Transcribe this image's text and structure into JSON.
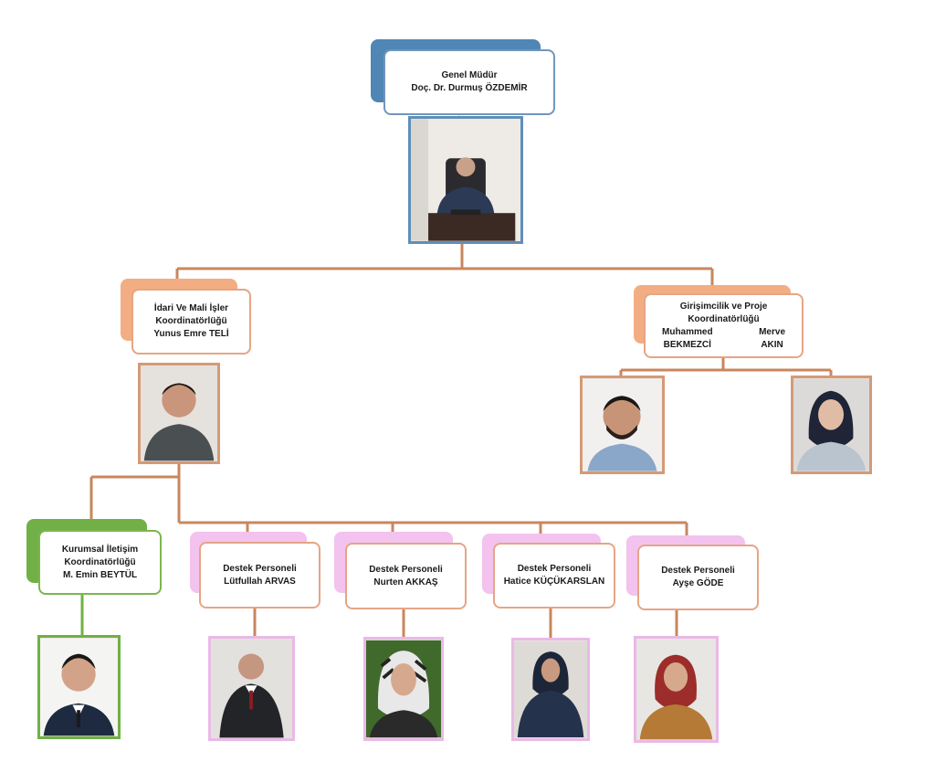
{
  "colors": {
    "connector": "#c8875e",
    "tab_blue": "#4f86b5",
    "tab_orange": "#f3ad83",
    "tab_green": "#71b046",
    "tab_pink": "#f3c2ee",
    "border_blue": "#6f97bd",
    "border_orange": "#e6a585",
    "border_green": "#7ab74f"
  },
  "director": {
    "title": "Genel Müdür",
    "name": "Doç. Dr. Durmuş ÖZDEMİR"
  },
  "admin_coordinator": {
    "line1": "İdari Ve Mali İşler",
    "line2": "Koordinatörlüğü",
    "name": "Yunus Emre TELİ"
  },
  "entrepreneurship_coordinator": {
    "line1": "Girişimcilik ve Proje",
    "line2": "Koordinatörlüğü",
    "person1_first": "Muhammed",
    "person1_last": "BEKMEZCİ",
    "person2_first": "Merve",
    "person2_last": "AKIN"
  },
  "corporate_comm": {
    "line1": "Kurumsal İletişim",
    "line2": "Koordinatörlüğü",
    "name": "M.  Emin BEYTÜL"
  },
  "support_staff": [
    {
      "role": "Destek Personeli",
      "name": "Lütfullah ARVAS"
    },
    {
      "role": "Destek Personeli",
      "name": "Nurten AKKAŞ"
    },
    {
      "role": "Destek Personeli",
      "name": "Hatice KÜÇÜKARSLAN"
    },
    {
      "role": "Destek Personeli",
      "name": "Ayşe GÖDE"
    }
  ]
}
